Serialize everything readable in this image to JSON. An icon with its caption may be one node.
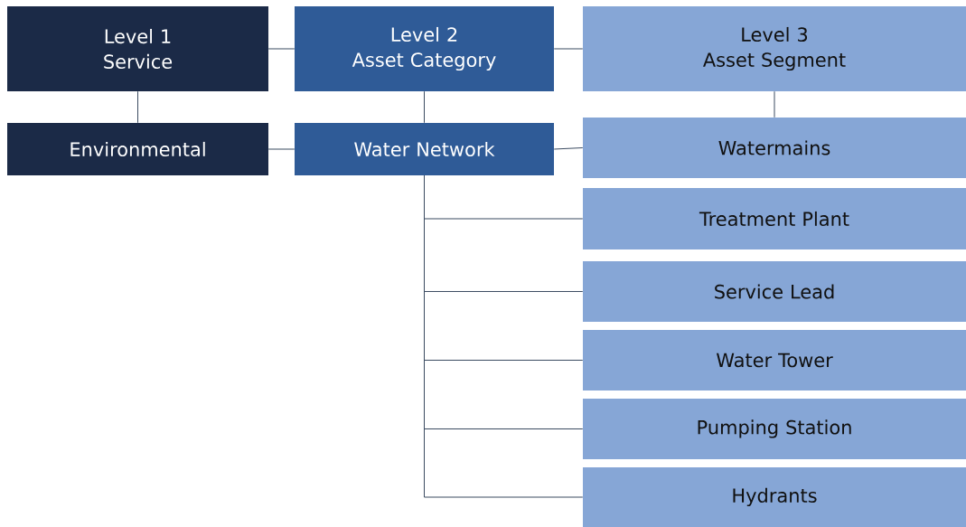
{
  "diagram": {
    "nodes": [
      {
        "text": [
          "Level 1",
          "Service"
        ]
      },
      {
        "text": [
          "Level 2",
          "Asset Category"
        ]
      },
      {
        "text": [
          "Level 3",
          "Asset Segment"
        ]
      },
      {
        "text": [
          "Environmental"
        ]
      },
      {
        "text": [
          "Water Network"
        ]
      },
      {
        "text": [
          "Watermains"
        ]
      },
      {
        "text": [
          "Treatment Plant"
        ]
      },
      {
        "text": [
          "Service Lead"
        ]
      },
      {
        "text": [
          "Water Tower"
        ]
      },
      {
        "text": [
          "Pumping Station"
        ]
      },
      {
        "text": [
          "Hydrants"
        ]
      }
    ],
    "edges": [
      {
        "from": 0,
        "to": 1,
        "arrow": "none"
      },
      {
        "from": 1,
        "to": 2,
        "arrow": "none"
      },
      {
        "from": 0,
        "to": 3,
        "arrow": "none"
      },
      {
        "from": 1,
        "to": 4,
        "arrow": "none"
      },
      {
        "from": 2,
        "to": 5,
        "arrow": "none"
      },
      {
        "from": 3,
        "to": 4,
        "arrow": "none"
      },
      {
        "from": 4,
        "to": 5,
        "arrow": "none"
      },
      {
        "from": 4,
        "to": 6,
        "arrow": "none"
      },
      {
        "from": 4,
        "to": 7,
        "arrow": "none"
      },
      {
        "from": 4,
        "to": 8,
        "arrow": "none"
      },
      {
        "from": 4,
        "to": 9,
        "arrow": "none"
      },
      {
        "from": 4,
        "to": 10,
        "arrow": "none"
      }
    ]
  }
}
